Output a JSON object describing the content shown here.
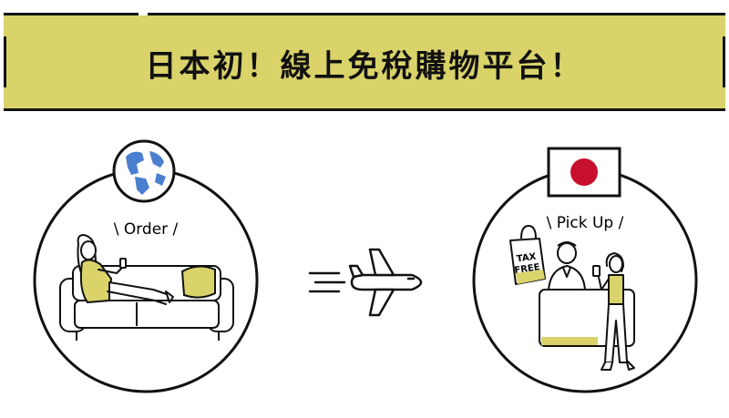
{
  "banner": {
    "title": "日本初！線上免稅購物平台！"
  },
  "order_panel": {
    "caption": "\\ Order /"
  },
  "pickup_panel": {
    "caption": "\\ Pick Up /",
    "bag_line1": "TAX",
    "bag_line2": "FREE"
  },
  "colors": {
    "accent_yellow": "#d9d36a",
    "globe_blue": "#4a7fcf",
    "flag_red": "#c7102e",
    "outline": "#111111"
  },
  "icons": [
    "globe-icon",
    "japan-flag-icon",
    "airplane-icon",
    "tax-free-bag-icon"
  ]
}
